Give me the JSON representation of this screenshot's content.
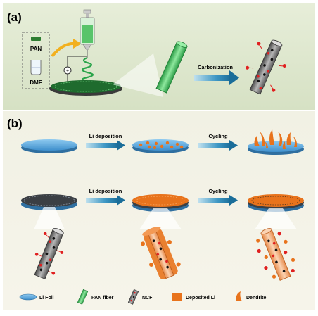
{
  "panel_a": {
    "label": "(a)",
    "chemicals": [
      "PAN",
      "DMF"
    ],
    "arrow_label": "Carbonization"
  },
  "panel_b": {
    "label": "(b)",
    "row1": {
      "step1": "Li deposition",
      "step2": "Cycling"
    },
    "row2": {
      "step1": "Li deposition",
      "step2": "Cycling"
    }
  },
  "legend": {
    "items": [
      "Li Foil",
      "PAN fiber",
      "NCF",
      "Deposited Li",
      "Dendrite"
    ]
  },
  "colors": {
    "li_foil": "#5aa8e0",
    "pan_fiber": "#3fbf5a",
    "ncf": "#8c8c8c",
    "deposited_li": "#e8731c",
    "red_dot": "#e0202a",
    "arrow": "#1f7fb0",
    "panel_a_bg": "#dfe8cf",
    "panel_b_bg": "#f3f1e4"
  }
}
